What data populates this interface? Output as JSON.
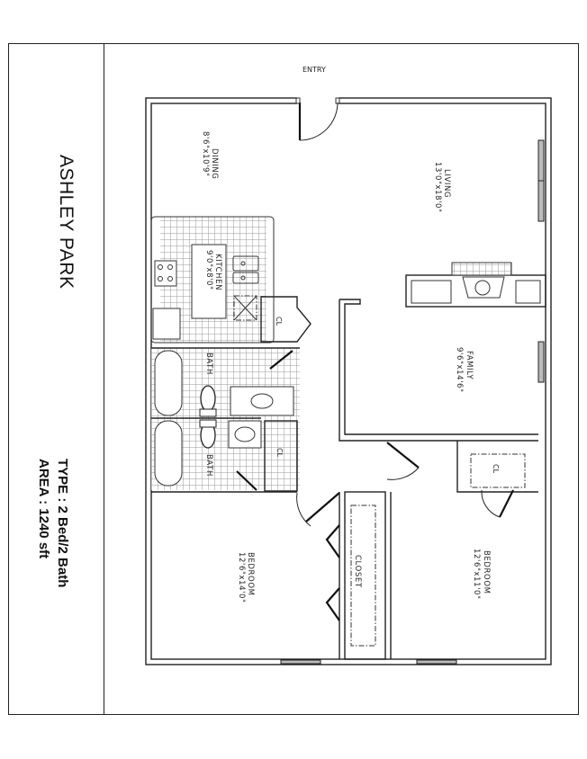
{
  "sheet": {
    "title": "ASHLEY PARK",
    "type_line": "TYPE :  2 Bed/2 Bath",
    "area_line": "AREA : 1240 sft"
  },
  "plan": {
    "entry_label": "ENTRY",
    "rooms": [
      {
        "name": "DINING",
        "size": "8'6\"x10'9\""
      },
      {
        "name": "LIVING",
        "size": "13'0\"x18'0\""
      },
      {
        "name": "KITCHEN",
        "size": "9'0\"x8'0\""
      },
      {
        "name": "FAMILY",
        "size": "9'6\"x14'6\""
      },
      {
        "name": "BATH",
        "size": ""
      },
      {
        "name": "BATH",
        "size": ""
      },
      {
        "name": "BEDROOM",
        "size": "12'6\"x14'0\""
      },
      {
        "name": "BEDROOM",
        "size": "12'6\"x11'0\""
      },
      {
        "name": "CLOSET",
        "size": ""
      }
    ],
    "closet_labels": [
      "CL",
      "CL",
      "CL"
    ],
    "colors": {
      "line": "#222222",
      "tile": "#9a9a9a",
      "window": "#bbbbbb",
      "background": "#ffffff"
    }
  }
}
